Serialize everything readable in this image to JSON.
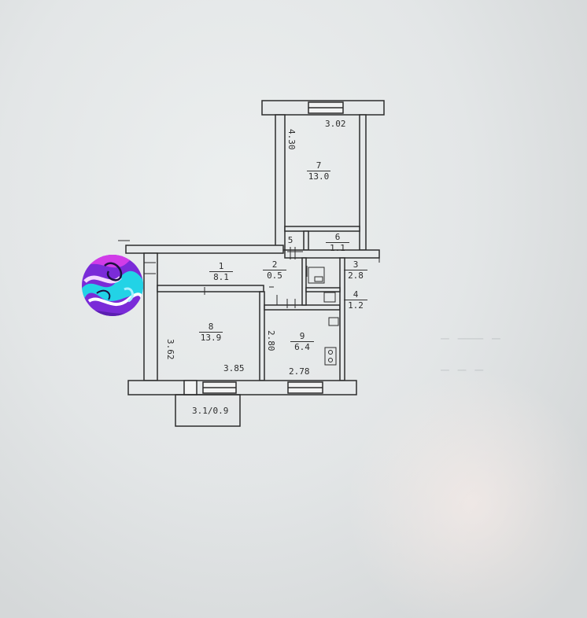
{
  "plan": {
    "rooms": [
      {
        "number": "7",
        "area": "13.0"
      },
      {
        "number": "6",
        "area": "1.1"
      },
      {
        "number": "5",
        "area": ""
      },
      {
        "number": "1",
        "area": "8.1"
      },
      {
        "number": "2",
        "area": "0.5"
      },
      {
        "number": "3",
        "area": "2.8"
      },
      {
        "number": "4",
        "area": "1.2"
      },
      {
        "number": "8",
        "area": "13.9"
      },
      {
        "number": "9",
        "area": "6.4"
      }
    ],
    "dimensions": {
      "room7_width": "3.02",
      "room7_depth": "4.30",
      "room8_depth": "3.62",
      "room8_width": "3.85",
      "room9_depth": "2.80",
      "room9_width": "2.78",
      "balcony": "3.1/0.9"
    }
  },
  "colors": {
    "paper": "#e3e6e7",
    "wall_fill": "#e6e9ea",
    "ink": "#2c2c2c"
  }
}
